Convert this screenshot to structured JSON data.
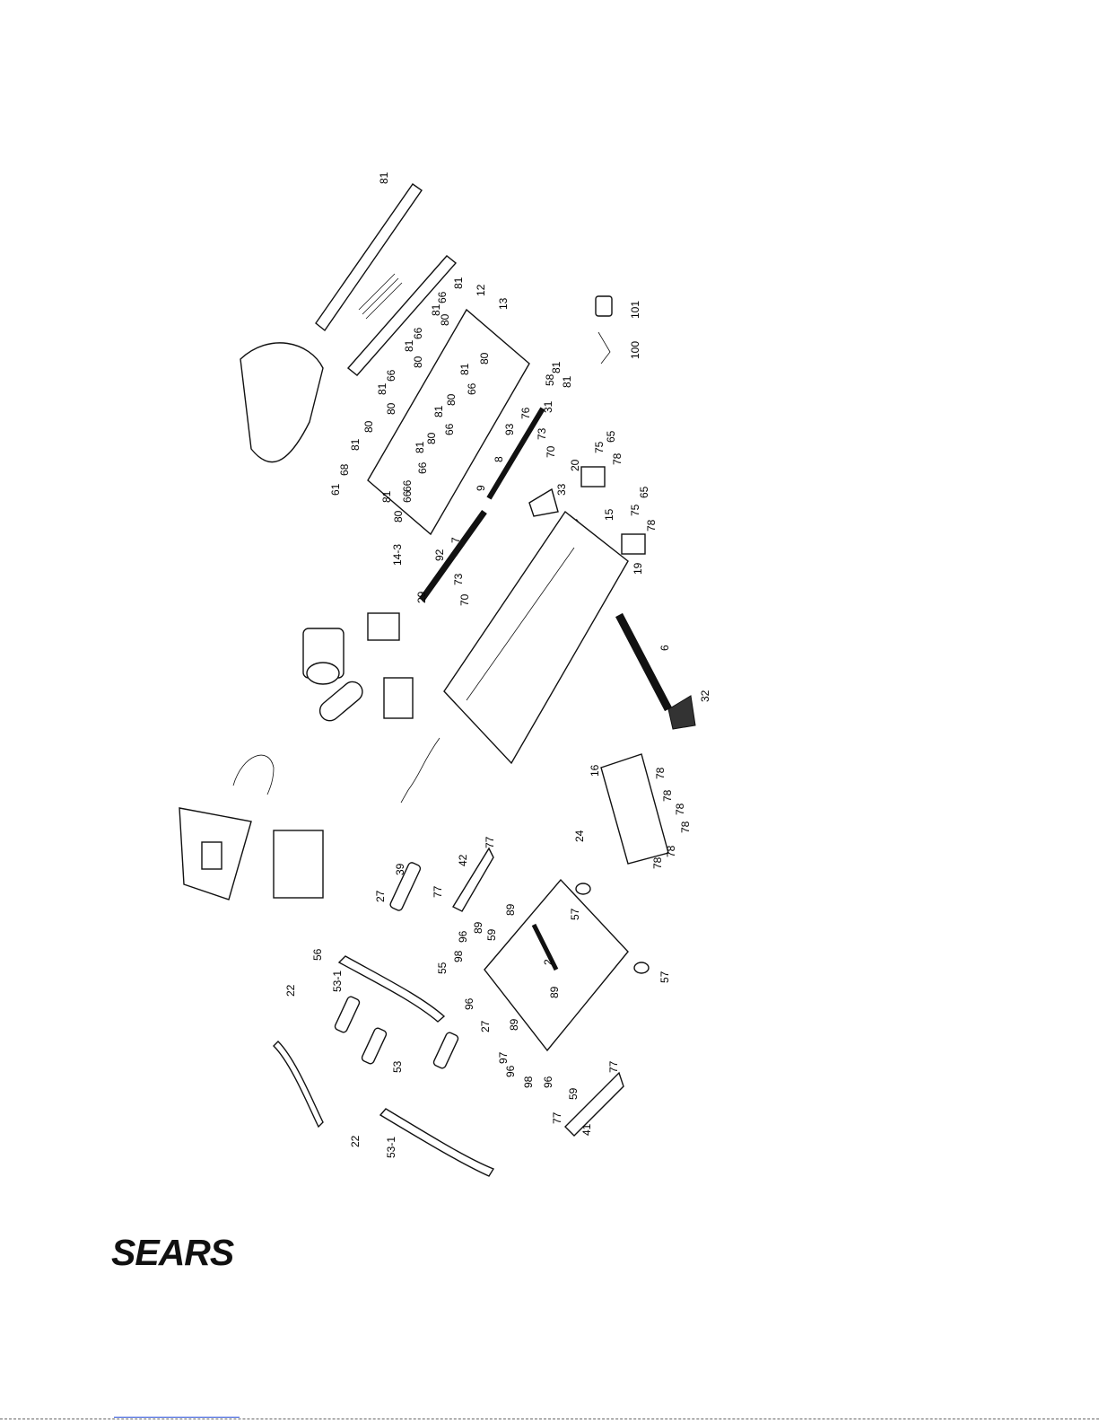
{
  "brand": {
    "logo_text": "SEARS"
  },
  "colors": {
    "ink": "#111111",
    "paper": "#ffffff",
    "link": "#2a4fd6"
  },
  "callouts": [
    {
      "id": "c1",
      "text": "81"
    },
    {
      "id": "c2",
      "text": "81"
    },
    {
      "id": "c3",
      "text": "12"
    },
    {
      "id": "c4",
      "text": "13"
    },
    {
      "id": "c5",
      "text": "81"
    },
    {
      "id": "c6",
      "text": "66"
    },
    {
      "id": "c7",
      "text": "80"
    },
    {
      "id": "c8",
      "text": "81"
    },
    {
      "id": "c9",
      "text": "66"
    },
    {
      "id": "c10",
      "text": "80"
    },
    {
      "id": "c11",
      "text": "81"
    },
    {
      "id": "c12",
      "text": "66"
    },
    {
      "id": "c13",
      "text": "80"
    },
    {
      "id": "c14",
      "text": "81"
    },
    {
      "id": "c15",
      "text": "80"
    },
    {
      "id": "c16",
      "text": "66"
    },
    {
      "id": "c17",
      "text": "81"
    },
    {
      "id": "c18",
      "text": "80"
    },
    {
      "id": "c19",
      "text": "66"
    },
    {
      "id": "c20",
      "text": "81"
    },
    {
      "id": "c21",
      "text": "80"
    },
    {
      "id": "c22",
      "text": "66"
    },
    {
      "id": "c23",
      "text": "66"
    },
    {
      "id": "c24",
      "text": "81"
    },
    {
      "id": "c25",
      "text": "80"
    },
    {
      "id": "c26",
      "text": "58"
    },
    {
      "id": "c27",
      "text": "81"
    },
    {
      "id": "c28",
      "text": "81"
    },
    {
      "id": "c29",
      "text": "31"
    },
    {
      "id": "c30",
      "text": "76"
    },
    {
      "id": "c31",
      "text": "93"
    },
    {
      "id": "c32",
      "text": "73"
    },
    {
      "id": "c33",
      "text": "70"
    },
    {
      "id": "c34",
      "text": "8"
    },
    {
      "id": "c35",
      "text": "9"
    },
    {
      "id": "c36",
      "text": "33"
    },
    {
      "id": "c37",
      "text": "68"
    },
    {
      "id": "c38",
      "text": "61"
    },
    {
      "id": "c39",
      "text": "81"
    },
    {
      "id": "c40",
      "text": "80"
    },
    {
      "id": "c41",
      "text": "66"
    },
    {
      "id": "c42",
      "text": "14-3"
    },
    {
      "id": "c43",
      "text": "7"
    },
    {
      "id": "c44",
      "text": "92"
    },
    {
      "id": "c45",
      "text": "73"
    },
    {
      "id": "c46",
      "text": "29"
    },
    {
      "id": "c47",
      "text": "70"
    },
    {
      "id": "c48",
      "text": "20"
    },
    {
      "id": "c49",
      "text": "75"
    },
    {
      "id": "c50",
      "text": "65"
    },
    {
      "id": "c51",
      "text": "78"
    },
    {
      "id": "c52",
      "text": "15"
    },
    {
      "id": "c53",
      "text": "75"
    },
    {
      "id": "c54",
      "text": "65"
    },
    {
      "id": "c55",
      "text": "78"
    },
    {
      "id": "c56",
      "text": "19"
    },
    {
      "id": "c57",
      "text": "101"
    },
    {
      "id": "c58",
      "text": "100"
    },
    {
      "id": "c59",
      "text": "6"
    },
    {
      "id": "c60",
      "text": "32"
    },
    {
      "id": "c61",
      "text": "16"
    },
    {
      "id": "c62",
      "text": "78"
    },
    {
      "id": "c63",
      "text": "78"
    },
    {
      "id": "c64",
      "text": "78"
    },
    {
      "id": "c65",
      "text": "78"
    },
    {
      "id": "c66",
      "text": "78"
    },
    {
      "id": "c67",
      "text": "78"
    },
    {
      "id": "c68",
      "text": "24"
    },
    {
      "id": "c69",
      "text": "42"
    },
    {
      "id": "c70",
      "text": "77"
    },
    {
      "id": "c71",
      "text": "77"
    },
    {
      "id": "c72",
      "text": "39"
    },
    {
      "id": "c73",
      "text": "27"
    },
    {
      "id": "c74",
      "text": "57"
    },
    {
      "id": "c75",
      "text": "89"
    },
    {
      "id": "c76",
      "text": "96"
    },
    {
      "id": "c77",
      "text": "89"
    },
    {
      "id": "c78",
      "text": "59"
    },
    {
      "id": "c79",
      "text": "98"
    },
    {
      "id": "c80",
      "text": "55"
    },
    {
      "id": "c81",
      "text": "56"
    },
    {
      "id": "c82",
      "text": "22"
    },
    {
      "id": "c83",
      "text": "53-1"
    },
    {
      "id": "c84",
      "text": "2"
    },
    {
      "id": "c85",
      "text": "57"
    },
    {
      "id": "c86",
      "text": "89"
    },
    {
      "id": "c87",
      "text": "96"
    },
    {
      "id": "c88",
      "text": "27"
    },
    {
      "id": "c89",
      "text": "89"
    },
    {
      "id": "c90",
      "text": "97"
    },
    {
      "id": "c91",
      "text": "96"
    },
    {
      "id": "c92",
      "text": "98"
    },
    {
      "id": "c93",
      "text": "96"
    },
    {
      "id": "c94",
      "text": "59"
    },
    {
      "id": "c95",
      "text": "77"
    },
    {
      "id": "c96",
      "text": "53"
    },
    {
      "id": "c97",
      "text": "77"
    },
    {
      "id": "c98",
      "text": "41"
    },
    {
      "id": "c99",
      "text": "22"
    },
    {
      "id": "c100",
      "text": "53-1"
    }
  ]
}
